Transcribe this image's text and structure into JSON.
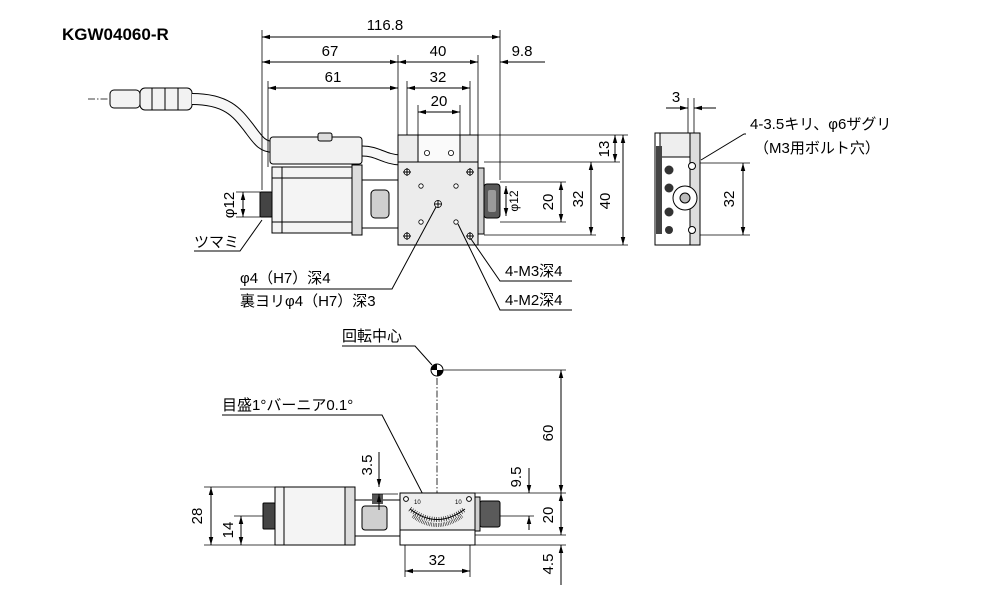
{
  "title": "KGW04060-R",
  "top_view": {
    "dims": {
      "overall": "116.8",
      "left": "67",
      "stage": "40",
      "right": "9.8",
      "motor": "61",
      "plate": "32",
      "center": "20",
      "h_13": "13",
      "h_20": "20",
      "h_32": "32",
      "h_40": "40",
      "knob_left": "φ12",
      "knob_right": "φ12"
    },
    "labels": {
      "knob": "ツマミ",
      "hole_front": "φ4（H7）深4",
      "hole_back": "裏ヨリφ4（H7）深3",
      "tap_m3": "4-M3深4",
      "tap_m2": "4-M2深4"
    }
  },
  "side_view": {
    "dim_3": "3",
    "hole_note": "4-3.5キリ、φ6ザグリ",
    "hole_note_sub": "（M3用ボルト穴）",
    "dim_32": "32"
  },
  "bottom_view": {
    "center_label": "回転中心",
    "scale_label": "目盛1°バーニア0.1°",
    "dim_3_5": "3.5",
    "dim_60": "60",
    "dim_9_5": "9.5",
    "dim_20": "20",
    "dim_4_5": "4.5",
    "dim_28": "28",
    "dim_14": "14",
    "dim_32": "32",
    "scale_marks": [
      "10",
      "10"
    ]
  }
}
